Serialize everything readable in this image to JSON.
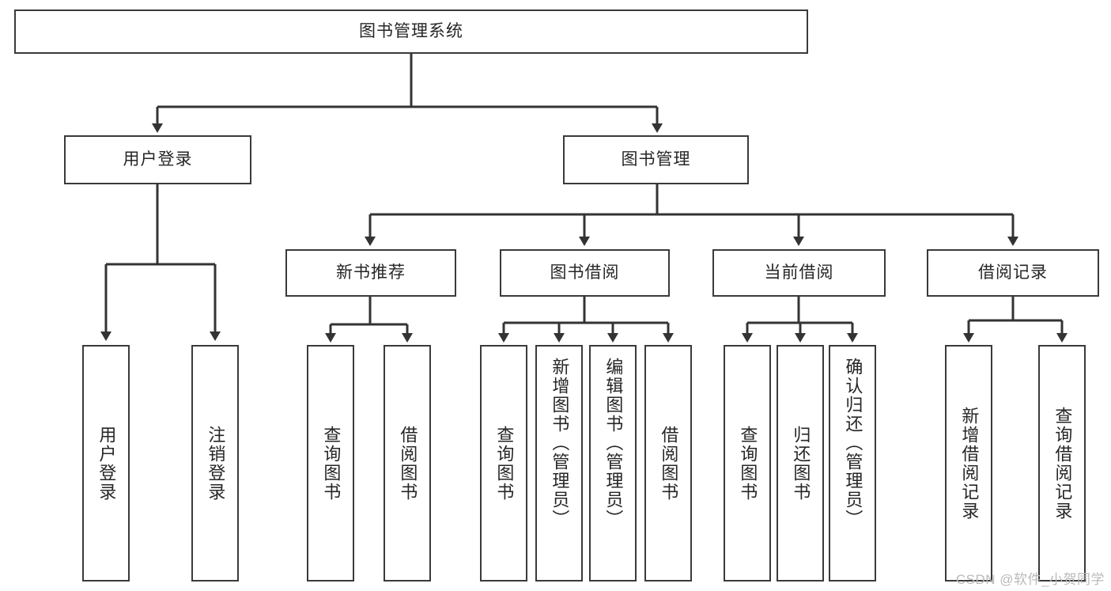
{
  "diagram": {
    "type": "hierarchy-tree",
    "title": "图书管理系统",
    "watermark": "CSDN @软件_小贺同学",
    "colors": {
      "background": "#ffffff",
      "box_border": "#3a3a3a",
      "box_fill": "#ffffff",
      "connector": "#333333",
      "text": "#262626",
      "watermark": "#b9b9b9"
    },
    "nodes": {
      "root": {
        "label": "图书管理系统"
      },
      "level1": [
        {
          "label": "用户登录"
        },
        {
          "label": "图书管理"
        }
      ],
      "level2": [
        {
          "label": "新书推荐"
        },
        {
          "label": "图书借阅"
        },
        {
          "label": "当前借阅"
        },
        {
          "label": "借阅记录"
        }
      ],
      "leaves_user_login": [
        {
          "label": "用户登录"
        },
        {
          "label": "注销登录"
        }
      ],
      "leaves_new_books": [
        {
          "label": "查询图书"
        },
        {
          "label": "借阅图书"
        }
      ],
      "leaves_borrow": [
        {
          "label": "查询图书"
        },
        {
          "label": "新增图书（管理员）"
        },
        {
          "label": "编辑图书（管理员）"
        },
        {
          "label": "借阅图书"
        }
      ],
      "leaves_current": [
        {
          "label": "查询图书"
        },
        {
          "label": "归还图书"
        },
        {
          "label": "确认归还（管理员）"
        }
      ],
      "leaves_records": [
        {
          "label": "新增借阅记录"
        },
        {
          "label": "查询借阅记录"
        }
      ]
    }
  }
}
